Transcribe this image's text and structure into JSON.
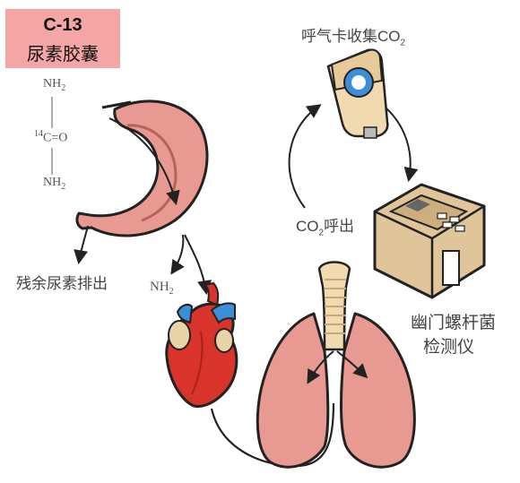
{
  "title": {
    "code": "C-13",
    "name": "尿素胶囊"
  },
  "molecule": {
    "top": {
      "text": "NH",
      "sub": "2"
    },
    "middle": {
      "sup": "14",
      "text": "C=O"
    },
    "bottom": {
      "text": "NH",
      "sub": "2"
    }
  },
  "labels": {
    "breath_card": {
      "text": "呼气卡收集CO",
      "sub": "2"
    },
    "exhale": {
      "pre": "CO",
      "sub": "2",
      "post": "呼出"
    },
    "residual": "残余尿素排出",
    "nh2": {
      "text": "NH",
      "sub": "2"
    },
    "detector_line1": "幽门螺杆菌",
    "detector_line2": "检测仪"
  },
  "icons": [
    "stomach-icon",
    "heart-icon",
    "lungs-icon",
    "breath-card-icon",
    "detector-device-icon"
  ],
  "colors": {
    "title_bg": "#f4a6a6",
    "organ": "#e89a92",
    "heart": "#d9342b",
    "device": "#e0c49a",
    "card_ring": "#3a8fd6"
  }
}
